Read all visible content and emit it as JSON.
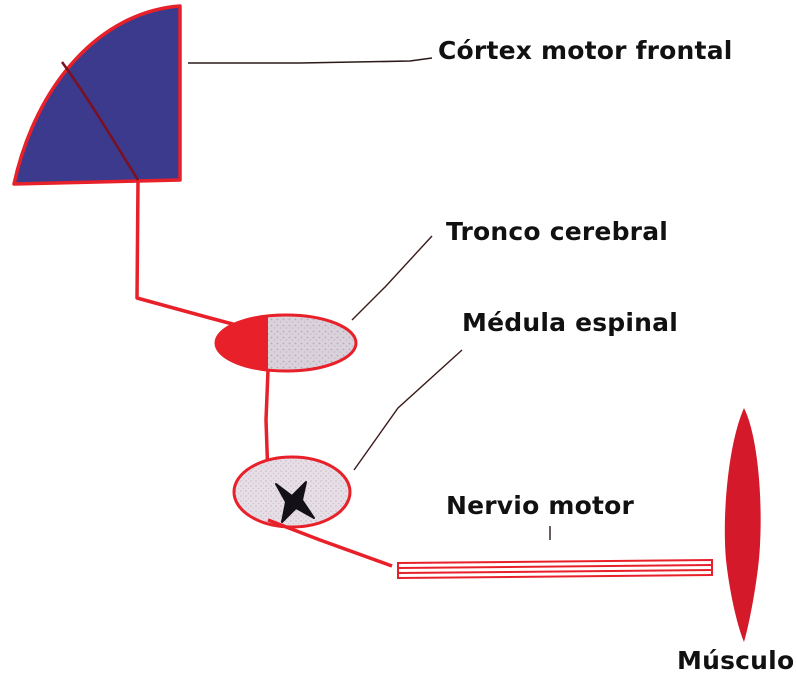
{
  "labels": {
    "cortex": "Córtex motor frontal",
    "tronco": "Tronco cerebral",
    "medula": "Médula espinal",
    "nervio": "Nervio motor",
    "musculo": "Músculo"
  },
  "colors": {
    "pathway_red": "#e8202a",
    "cortex_fill": "#3b3a8c",
    "cortex_outline": "#e8202a",
    "nucleus_fill": "#d8d0d8",
    "muscle_fill": "#d41a2a",
    "leader_line": "#3a1a1a",
    "text": "#111111"
  }
}
